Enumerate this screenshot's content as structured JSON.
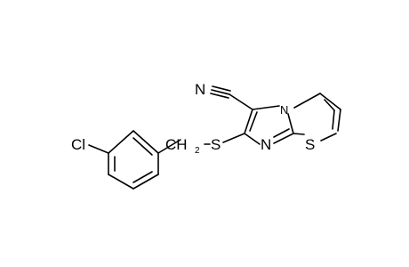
{
  "molecule": {
    "labels": {
      "chlorine": "Cl",
      "nitrile_nitrogen": "N",
      "thioether_sulfur": "S",
      "imidazole_nitrogen_bridge": "N",
      "imidazole_nitrogen": "N",
      "thiazole_sulfur": "S",
      "methylene_carbon": "CH",
      "methylene_subscript": "2"
    },
    "colors": {
      "bond": "#000000",
      "text": "#000000",
      "background": "#ffffff"
    }
  }
}
